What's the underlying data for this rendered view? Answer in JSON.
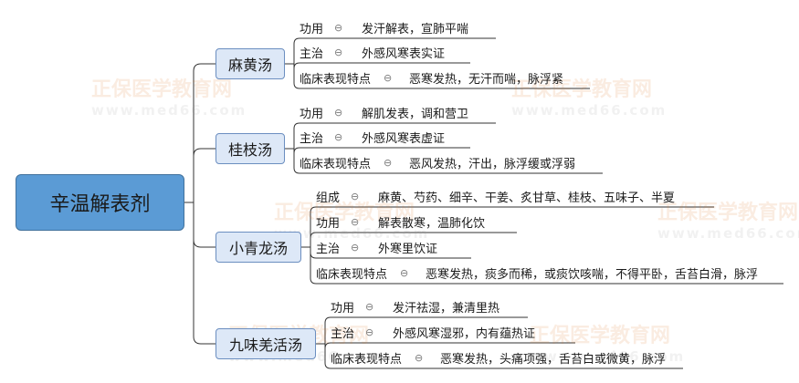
{
  "root": {
    "label": "辛温解表剂"
  },
  "watermark": {
    "brand": "正保医学教育网",
    "url": "www.med66.com"
  },
  "colors": {
    "root_fill": "#5b9bd5",
    "branch_fill": "#dde8f7",
    "branch_border": "#6b8ec0",
    "line": "#333333"
  },
  "toggle_icon": "collapse-circle-icon",
  "toggle_glyph": "⊖",
  "branches": [
    {
      "label": "麻黄汤",
      "items": [
        {
          "label": "功用",
          "text": "发汗解表，宣肺平喘"
        },
        {
          "label": "主治",
          "text": "外感风寒表实证"
        },
        {
          "label": "临床表现特点",
          "text": "恶寒发热，无汗而喘，脉浮紧"
        }
      ]
    },
    {
      "label": "桂枝汤",
      "items": [
        {
          "label": "功用",
          "text": "解肌发表，调和营卫"
        },
        {
          "label": "主治",
          "text": "外感风寒表虚证"
        },
        {
          "label": "临床表现特点",
          "text": "恶风发热，汗出，脉浮缓或浮弱"
        }
      ]
    },
    {
      "label": "小青龙汤",
      "items": [
        {
          "label": "组成",
          "text": "麻黄、芍药、细辛、干姜、炙甘草、桂枝、五味子、半夏"
        },
        {
          "label": "功用",
          "text": "解表散寒，温肺化饮"
        },
        {
          "label": "主治",
          "text": "外寒里饮证"
        },
        {
          "label": "临床表现特点",
          "text": "恶寒发热，痰多而稀，或痰饮咳喘，不得平卧，舌苔白滑，脉浮"
        }
      ]
    },
    {
      "label": "九味羌活汤",
      "items": [
        {
          "label": "功用",
          "text": "发汗祛湿，兼清里热"
        },
        {
          "label": "主治",
          "text": "外感风寒湿邪，内有蕴热证"
        },
        {
          "label": "临床表现特点",
          "text": "恶寒发热，头痛项强，舌苔白或微黄，脉浮"
        }
      ]
    }
  ]
}
